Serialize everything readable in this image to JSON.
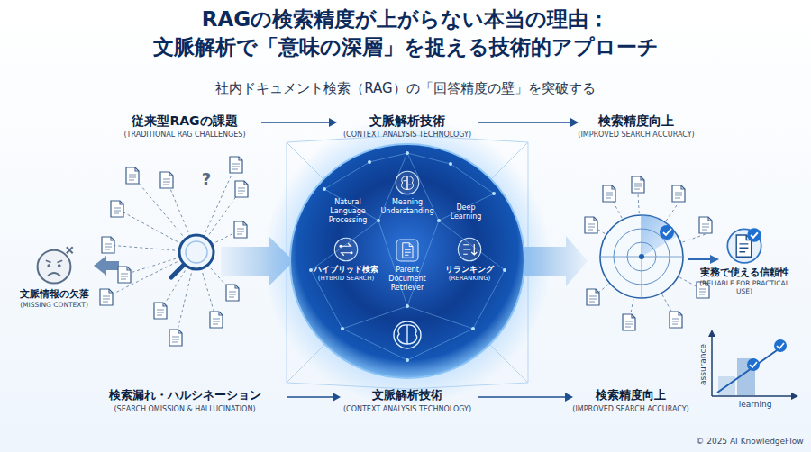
{
  "diagram": {
    "title": "RAGの検索精度が上がらない本当の理由： 文脈解析で「意味の深層」を捉える技術的アプローチ",
    "caption": "社内ドキュメント検索（RAG）の「回答精度の壁」を突破する",
    "nodes": [
      {
        "text": [
          "文脈情報の欠落",
          "(MISSING CONTEXT)"
        ]
      },
      {
        "text": [
          "Meaning Understanding"
        ]
      },
      {
        "text": [
          "ハイブリッド検索",
          "(HYBRID SEARCH)"
        ]
      },
      {
        "text": [
          "Parent Document Retriever"
        ]
      },
      {
        "text": [
          "リランキング",
          "(RERANKING)"
        ]
      },
      {
        "text": [
          "実務で使える信頼性",
          "(RELIABLE FOR PRACTICAL USE)"
        ]
      }
    ],
    "labels": [
      "従来型RAGの課題",
      "(TRADITIONAL RAG CHALLENGES)",
      "文脈解析技術",
      "(CONTEXT ANALYSIS TECHNOLOGY)",
      "検索精度向上",
      "(IMPROVED SEARCH ACCURACY)",
      "?",
      "Natural Language Processing",
      "Deep Learning",
      "検索漏れ・ハルシネーション",
      "(SEARCH OMISSION & HALLUCINATION)",
      "文脈解析技術",
      "(CONTEXT ANALYSIS TECHNOLOGY)",
      "検索精度向上",
      "(IMPROVED SEARCH ACCURACY)",
      "assurance",
      "learning",
      "© 2025 AI KnowledgeFlow"
    ]
  }
}
